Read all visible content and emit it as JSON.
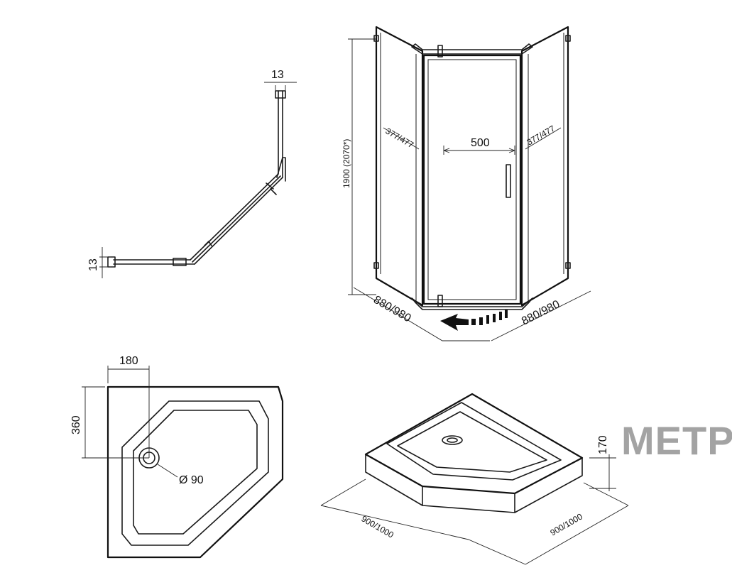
{
  "brand": {
    "logo_text": "METP",
    "logo_color": "#a3a3a3"
  },
  "top_view": {
    "dim_top": "13",
    "dim_left": "13"
  },
  "front_view": {
    "height": "1900 (2070*)",
    "door_width": "500",
    "side_panel_left": "377/477",
    "side_panel_right": "377/477",
    "base_left": "880/980",
    "base_right": "880/980",
    "door_swing": "outward-arrow"
  },
  "tray_plan": {
    "drain_offset_x": "180",
    "drain_offset_y": "360",
    "drain_diameter": "Ø 90"
  },
  "tray_iso": {
    "height": "170",
    "side_left": "900/1000",
    "side_right": "900/1000"
  }
}
